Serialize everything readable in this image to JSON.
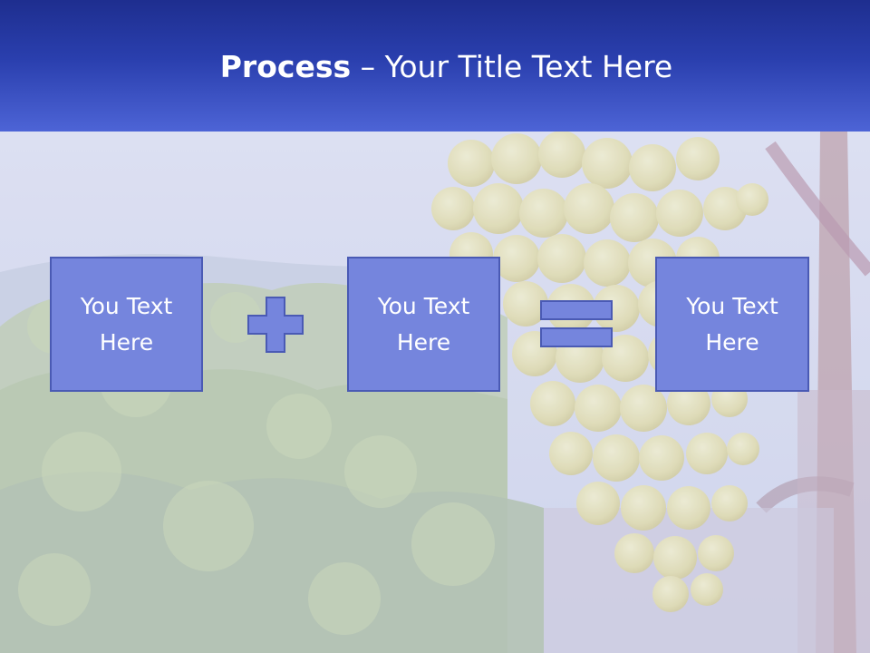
{
  "title": {
    "bold": "Process",
    "rest": " – Your Title Text Here"
  },
  "process": {
    "boxes": [
      {
        "line1": "You Text",
        "line2": "Here"
      },
      {
        "line1": "You Text",
        "line2": "Here"
      },
      {
        "line1": "You Text",
        "line2": "Here"
      }
    ],
    "operators": [
      "plus-icon",
      "equals-icon"
    ]
  },
  "colors": {
    "title_bar": "#2a3fae",
    "box_fill": "#7585dd",
    "box_border": "#4a5ab4",
    "text": "#ffffff"
  }
}
